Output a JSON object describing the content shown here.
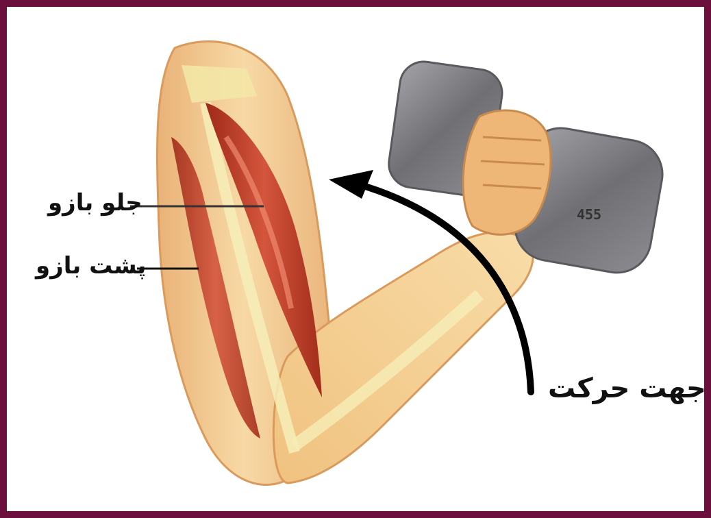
{
  "labels": {
    "biceps": "جلو بازو",
    "triceps": "پشت بازو",
    "motion_direction": "جهت حرکت"
  },
  "dumbbell_plate_text": "455",
  "colors": {
    "border": "#6b0f3c",
    "skin": "#f3c88e",
    "muscle": "#b83a26",
    "tendon": "#f3e7a6",
    "dumbbell": "#7d7d80",
    "arrow": "#000000"
  },
  "icons": {
    "arm": "arm-muscle-illustration",
    "dumbbell": "dumbbell-icon",
    "arrow": "curved-arrow-icon"
  }
}
